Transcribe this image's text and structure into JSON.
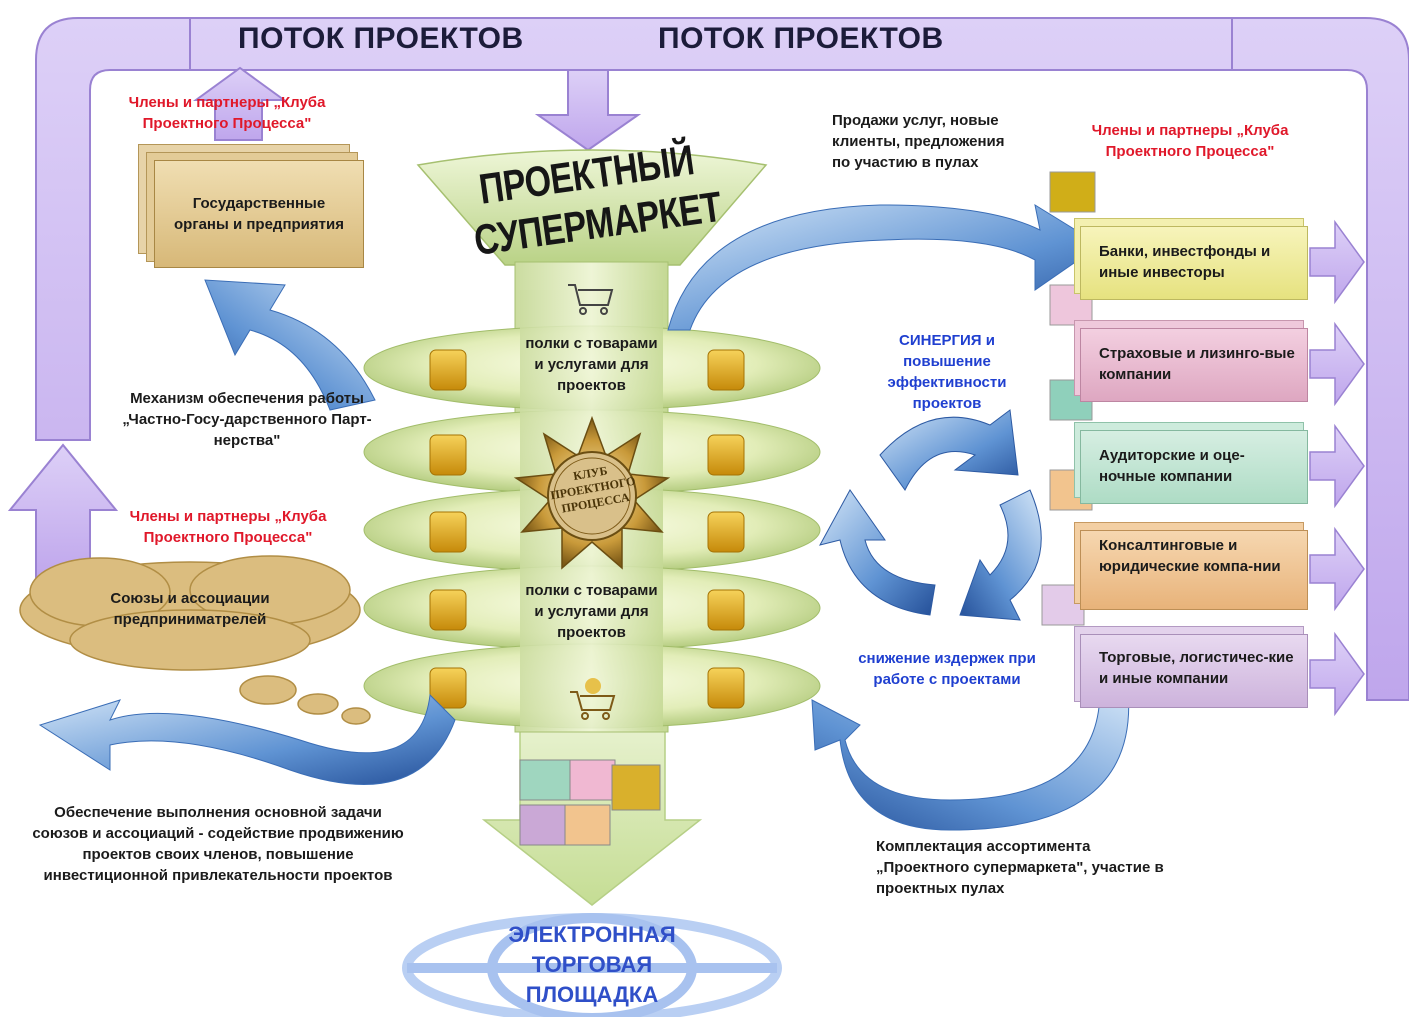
{
  "flow": {
    "left_title": "ПОТОК ПРОЕКТОВ",
    "right_title": "ПОТОК ПРОЕКТОВ"
  },
  "left": {
    "members_top": "Члены и партнеры „Клуба Проектного Процесса\"",
    "gov_box": "Государственные органы и предприятия",
    "ppp_text": "Механизм обеспечения работы „Частно-Госу-дарственного Парт-нерства\"",
    "members_bottom": "Члены и партнеры „Клуба Проектного Процесса\"",
    "unions_box": "Союзы и ассоциации предприниматрелей",
    "bottom_text": "Обеспечение выполнения основной задачи союзов и ассоциаций - содействие продвижению проектов своих членов, повышение инвестиционной привлекательности проектов"
  },
  "center": {
    "supermarket": "ПРОЕКТНЫЙ СУПЕРМАРКЕТ",
    "shelves_top": "полки с товарами и услугами для проектов",
    "shelves_bottom": "полки с товарами и услугами для проектов",
    "badge": "КЛУБ ПРОЕКТНОГО ПРОЦЕССА",
    "etp": "ЭЛЕКТРОННАЯ ТОРГОВАЯ ПЛОЩАДКА"
  },
  "right": {
    "sales_text": "Продажи услуг, новые клиенты, предложения по участию в пулах",
    "members": "Члены и партнеры „Клуба Проектного Процесса\"",
    "synergy": "СИНЕРГИЯ и повышение эффективности проектов",
    "costs": "снижение издержек при работе с проектами",
    "bottom_text": "Комплектация ассортимента „Проектного супермаркета\", участие в проектных пулах",
    "boxes": [
      "Банки, инвестфонды и иные инвесторы",
      "Страховые и лизинго-вые компании",
      "Аудиторские и оце-ночные компании",
      "Консалтинговые и юридические компа-нии",
      "Торговые, логистичес-кие и иные компании"
    ]
  },
  "colors": {
    "flow_band": "#c9b1f0",
    "funnel": "#c8de9c",
    "arrow_blue": "#3f76c0",
    "title_red": "#e0182a",
    "synergy_blue": "#1f3fd0",
    "box_yellow": "#f1ee9a",
    "box_pink": "#e8b4cd",
    "box_mint": "#bfe6d3",
    "box_orange": "#f2c48e",
    "box_lilac": "#d9c4e6",
    "gov_box": "#e2c88f",
    "cloud": "#d8b878"
  }
}
